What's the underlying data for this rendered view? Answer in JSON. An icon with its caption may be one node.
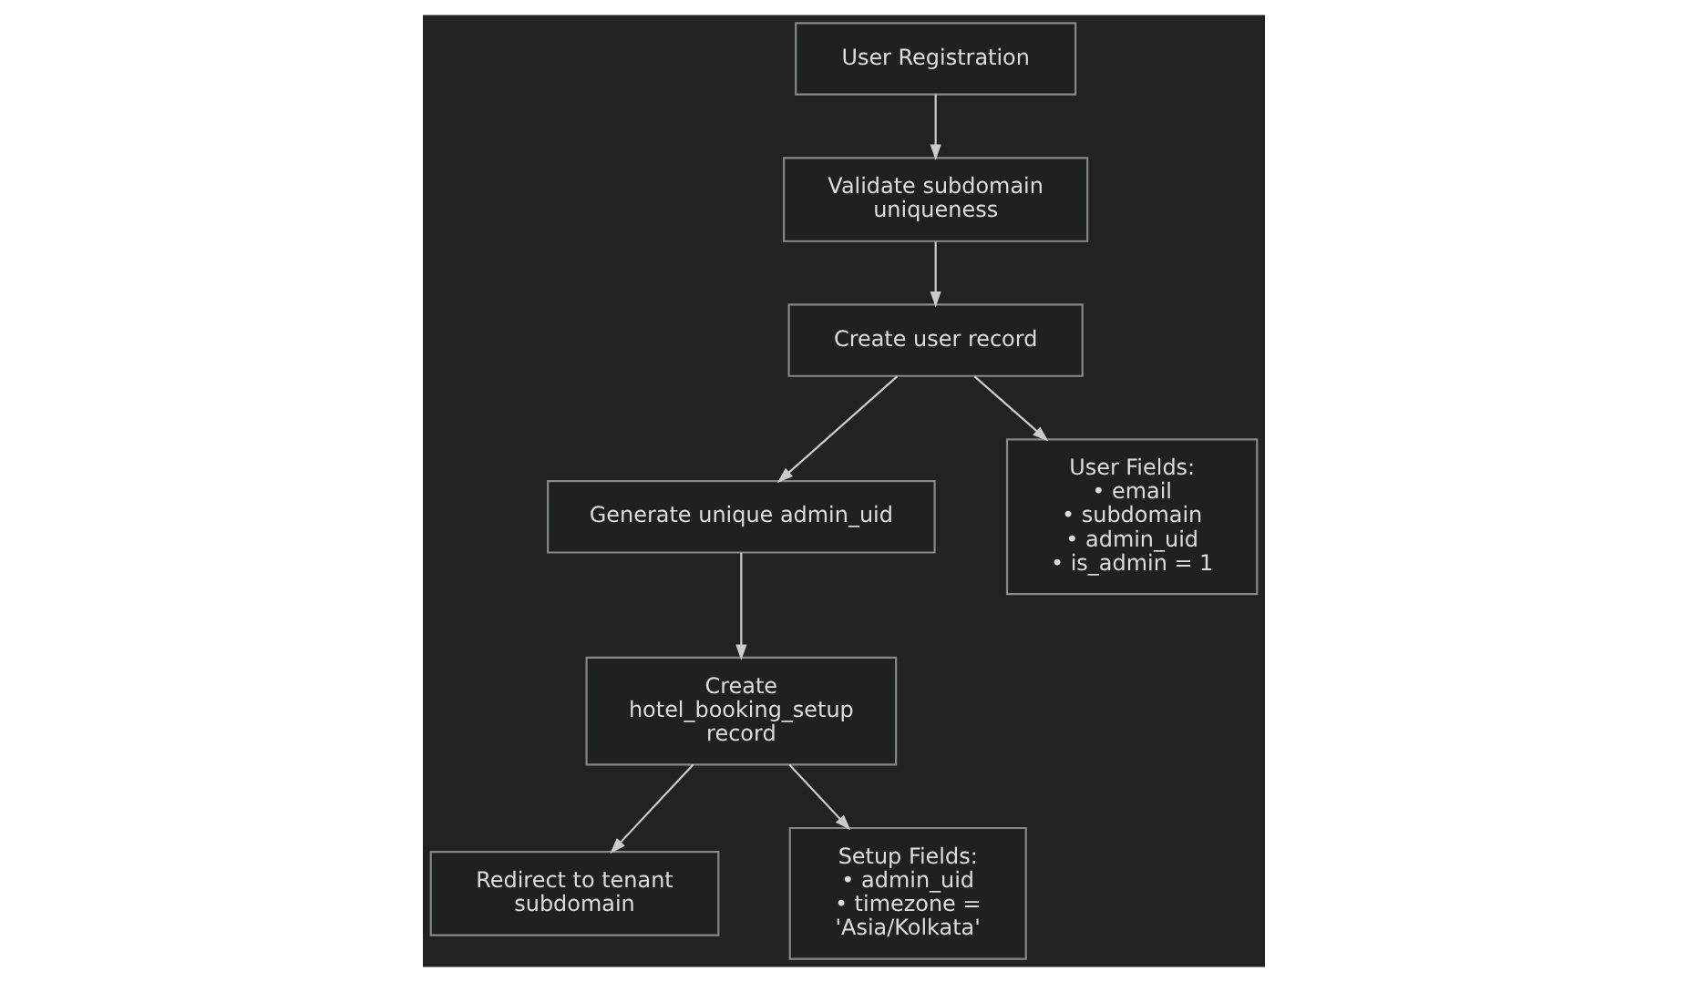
{
  "diagram": {
    "nodes": [
      {
        "text": [
          "User Registration"
        ]
      },
      {
        "text": [
          "Validate subdomain uniqueness"
        ]
      },
      {
        "text": [
          "Create user record"
        ]
      },
      {
        "text": [
          "Generate unique admin_uid"
        ]
      },
      {
        "text": [
          "User Fields:",
          "• email",
          "• subdomain",
          "• admin_uid",
          "• is_admin = 1"
        ]
      },
      {
        "text": [
          "Create hotel_booking_setup record"
        ]
      },
      {
        "text": [
          "Redirect to tenant subdomain"
        ]
      },
      {
        "text": [
          "Setup Fields:",
          "• admin_uid",
          "• timezone = 'Asia/Kolkata'"
        ]
      }
    ],
    "edges": [
      {
        "from": 0,
        "to": 1,
        "arrow": "to"
      },
      {
        "from": 1,
        "to": 2,
        "arrow": "to"
      },
      {
        "from": 2,
        "to": 3,
        "arrow": "to"
      },
      {
        "from": 2,
        "to": 4,
        "arrow": "to"
      },
      {
        "from": 3,
        "to": 5,
        "arrow": "to"
      },
      {
        "from": 5,
        "to": 6,
        "arrow": "to"
      },
      {
        "from": 5,
        "to": 7,
        "arrow": "to"
      }
    ]
  }
}
